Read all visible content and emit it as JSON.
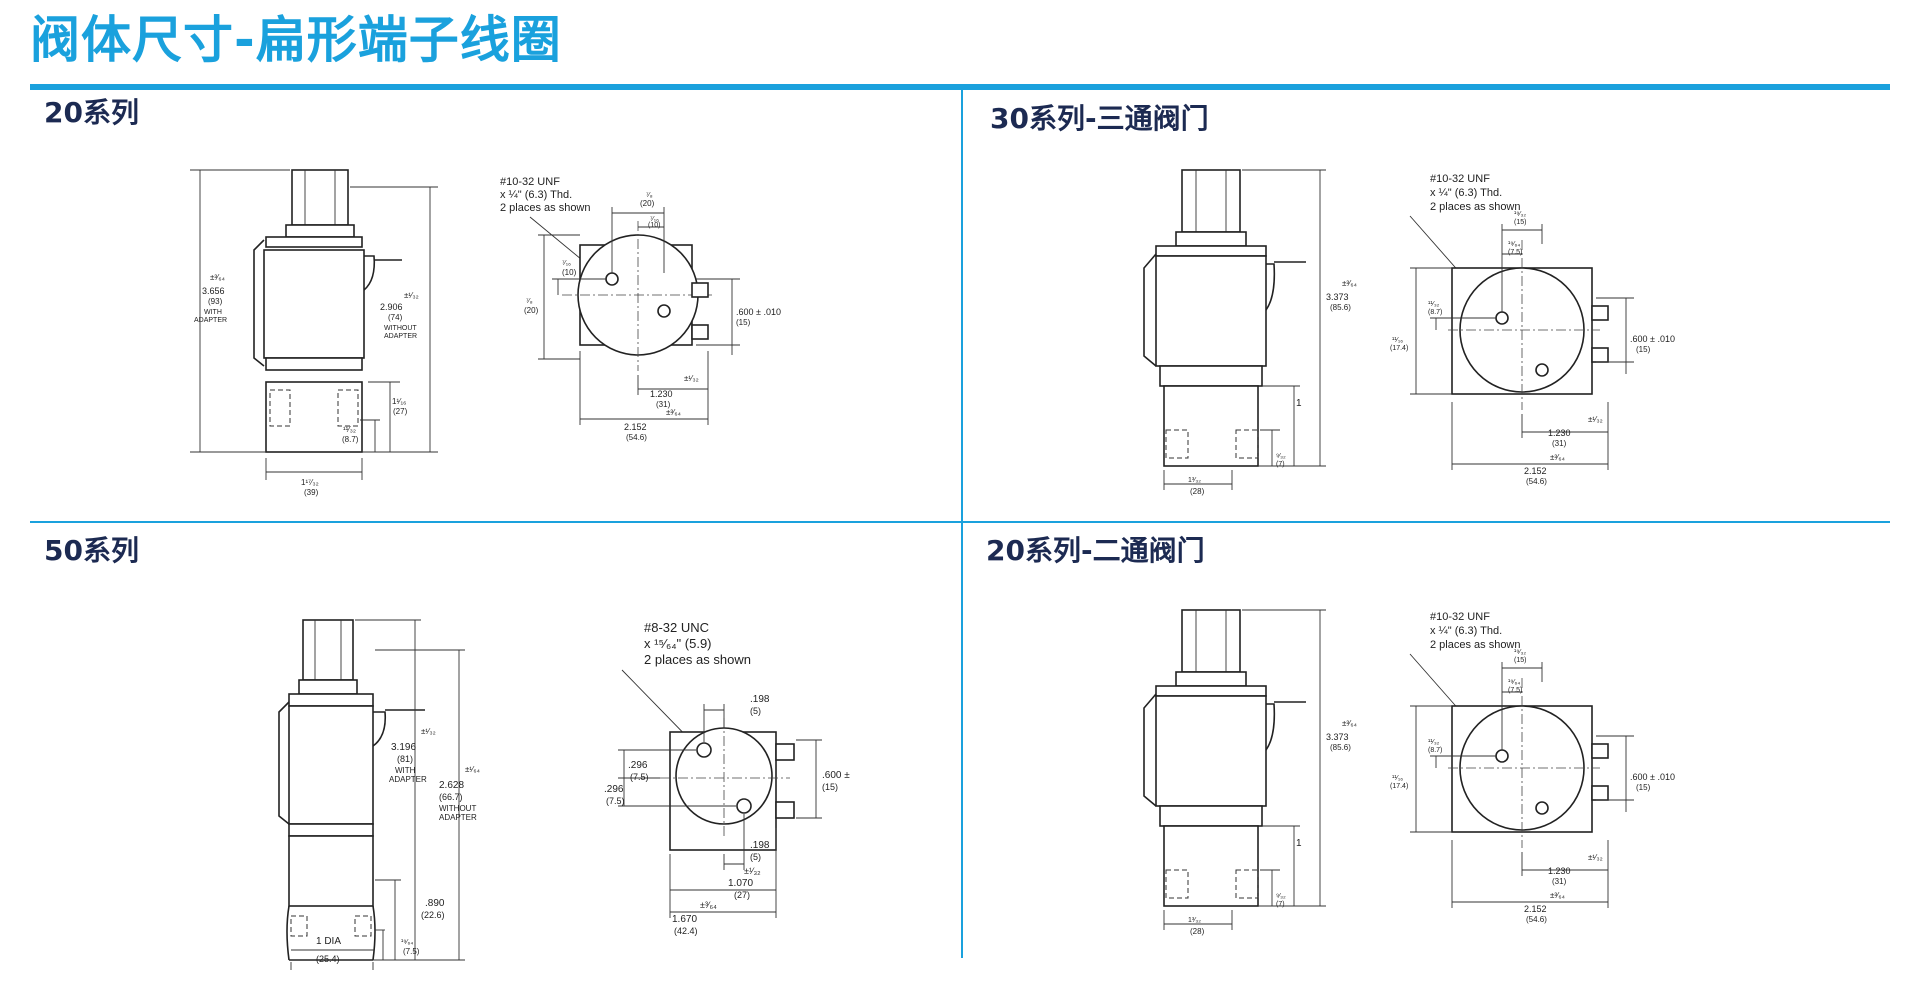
{
  "page": {
    "title": "阀体尺寸-扁形端子线圈"
  },
  "sections": [
    {
      "title": "20系列",
      "side": {
        "height_with": [
          "3.656",
          "(93)",
          "WITH",
          "ADAPTER"
        ],
        "tol_with": "±³⁄₆₄",
        "height_without": [
          "2.906",
          "(74)",
          "WITHOUT",
          "ADAPTER"
        ],
        "tol_without": "±¹⁄₃₂",
        "dim_a": [
          "1¹⁄₁₆",
          "(27)"
        ],
        "dim_b": [
          "¹¹⁄₃₂",
          "(8.7)"
        ],
        "dim_bottom": [
          "1¹⁷⁄₃₂",
          "(39)"
        ]
      },
      "top": {
        "note": [
          "#10-32 UNF",
          "x ¼\" (6.3) Thd.",
          "2 places as shown"
        ],
        "dim_top1": [
          "⁷⁄₈",
          "(20)"
        ],
        "dim_top2": [
          "⁷⁄₁₆",
          "(10)"
        ],
        "dim_left1": [
          "⁷⁄₈",
          "(20)"
        ],
        "dim_left2": [
          "⁷⁄₁₆",
          "(10)"
        ],
        "dim_term": [
          ".600 ± .010",
          "(15)"
        ],
        "dim_x1": [
          "1.230",
          "(31)"
        ],
        "tol_x1": "±¹⁄₃₂",
        "dim_x2": [
          "2.152",
          "(54.6)"
        ],
        "tol_x2": "±³⁄₆₄"
      }
    },
    {
      "title": "30系列-三通阀门",
      "side": {
        "height": [
          "3.373",
          "(85.6)"
        ],
        "tol": "±³⁄₆₄",
        "dim_a": "1",
        "dim_b": [
          "⁹⁄₃₂",
          "(7)"
        ],
        "dim_bottom": [
          "1³⁄₃₂",
          "(28)"
        ]
      },
      "top": {
        "note": [
          "#10-32 UNF",
          "x ¼\" (6.3) Thd.",
          "2 places as shown"
        ],
        "dim_top1": [
          "¹⁹⁄₃₂",
          "(15)"
        ],
        "dim_top2": [
          "¹⁹⁄₆₄",
          "(7.5)"
        ],
        "dim_left1": [
          "¹¹⁄₃₂",
          "(8.7)"
        ],
        "dim_left2": [
          "¹¹⁄₁₆",
          "(17.4)"
        ],
        "dim_term": [
          ".600 ± .010",
          "(15)"
        ],
        "dim_x1": [
          "1.230",
          "(31)"
        ],
        "tol_x1": "±¹⁄₃₂",
        "dim_x2": [
          "2.152",
          "(54.6)"
        ],
        "tol_x2": "±³⁄₆₄"
      }
    },
    {
      "title": "50系列",
      "side": {
        "height_with": [
          "3.196",
          "(81)",
          "WITH",
          "ADAPTER"
        ],
        "tol_with": "±¹⁄₃₂",
        "height_without": [
          "2.628",
          "(66.7)",
          "WITHOUT",
          "ADAPTER"
        ],
        "tol_without": "±¹⁄₆₄",
        "dim_a": [
          ".890",
          "(22.6)"
        ],
        "dim_b": [
          "¹⁹⁄₆₄",
          "(7.5)"
        ],
        "dim_bottom": [
          "1 DIA",
          "(25.4)"
        ]
      },
      "top": {
        "note": [
          "#8-32 UNC",
          "x ¹⁵⁄₆₄\" (5.9)",
          "2 places as shown"
        ],
        "dim_top": [
          ".198",
          "(5)"
        ],
        "dim_left1": [
          ".296",
          "(7.5)"
        ],
        "dim_left2": [
          ".296",
          "(7.5)"
        ],
        "dim_term": [
          ".600 ±",
          "(15)"
        ],
        "dim_bot": [
          ".198",
          "(5)"
        ],
        "dim_x1": [
          "1.070",
          "(27)"
        ],
        "tol_x1": "±¹⁄₃₂",
        "dim_x2": [
          "1.670",
          "(42.4)"
        ],
        "tol_x2": "±³⁄₆₄"
      }
    },
    {
      "title": "20系列-二通阀门",
      "side": {
        "height": [
          "3.373",
          "(85.6)"
        ],
        "tol": "±³⁄₆₄",
        "dim_a": "1",
        "dim_b": [
          "⁹⁄₃₂",
          "(7)"
        ],
        "dim_bottom": [
          "1³⁄₃₂",
          "(28)"
        ]
      },
      "top": {
        "note": [
          "#10-32 UNF",
          "x ¼\" (6.3) Thd.",
          "2 places as shown"
        ],
        "dim_top1": [
          "¹⁹⁄₃₂",
          "(15)"
        ],
        "dim_top2": [
          "¹⁹⁄₆₄",
          "(7.5)"
        ],
        "dim_left1": [
          "¹¹⁄₃₂",
          "(8.7)"
        ],
        "dim_left2": [
          "¹¹⁄₁₆",
          "(17.4)"
        ],
        "dim_term": [
          ".600 ± .010",
          "(15)"
        ],
        "dim_x1": [
          "1.230",
          "(31)"
        ],
        "tol_x1": "±¹⁄₃₂",
        "dim_x2": [
          "2.152",
          "(54.6)"
        ],
        "tol_x2": "±³⁄₆₄"
      }
    }
  ]
}
